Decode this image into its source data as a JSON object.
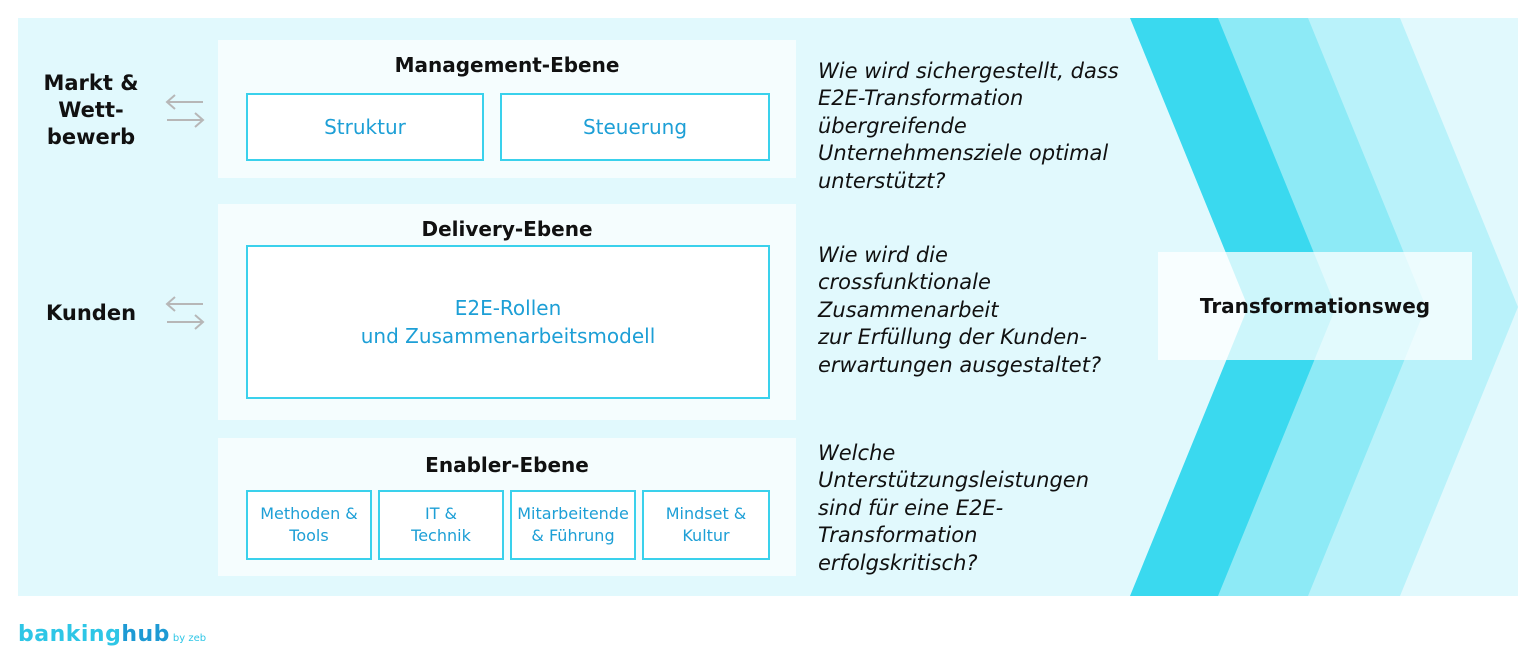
{
  "left_labels": {
    "market": [
      "Markt &",
      "Wett-",
      "bewerb"
    ],
    "customers": "Kunden"
  },
  "management": {
    "title": "Management-Ebene",
    "boxes": [
      "Struktur",
      "Steuerung"
    ]
  },
  "delivery": {
    "title": "Delivery-Ebene",
    "box_lines": [
      "E2E-Rollen",
      "und Zusammenarbeitsmodell"
    ]
  },
  "enabler": {
    "title": "Enabler-Ebene",
    "boxes": [
      [
        "Methoden &",
        "Tools"
      ],
      [
        "IT &",
        "Technik"
      ],
      [
        "Mitarbeitende",
        "& Führung"
      ],
      [
        "Mindset &",
        "Kultur"
      ]
    ]
  },
  "questions": {
    "q1": [
      "Wie wird sichergestellt, dass",
      "E2E-Transformation",
      "übergreifende",
      "Unternehmensziele optimal",
      "unterstützt?"
    ],
    "q2": [
      "Wie wird die",
      "crossfunktionale",
      "Zusammenarbeit",
      "zur Erfüllung der Kunden-",
      "erwartungen ausgestaltet?"
    ],
    "q3": [
      "Welche",
      "Unterstützungsleistungen",
      "sind für eine E2E-",
      "Transformation",
      "erfolgskritisch?"
    ]
  },
  "transformation_label": "Transformationsweg",
  "logo": {
    "part1": "banking",
    "part2": "hub",
    "suffix": "by zeb"
  },
  "colors": {
    "background": "#e1f9fd",
    "chevron_dark": "#3ad9ef",
    "chevron_mid": "#8deaf6",
    "chevron_light": "#b9f2fa",
    "box_border": "#3ad1ec",
    "box_text": "#1d9fd6"
  },
  "icons": [
    "bidirectional-arrows-icon"
  ]
}
